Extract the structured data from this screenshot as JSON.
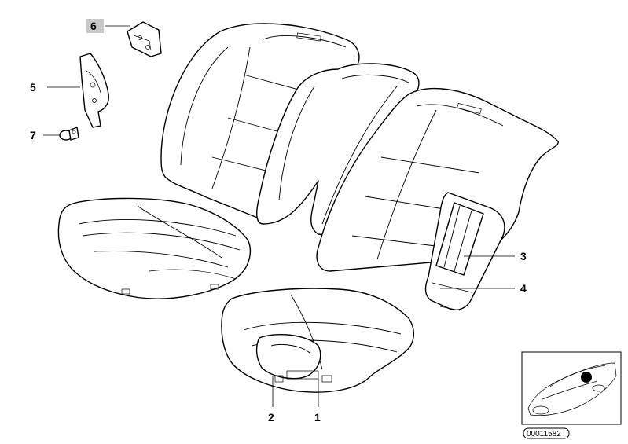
{
  "callouts": [
    {
      "id": "1",
      "label": "1"
    },
    {
      "id": "2",
      "label": "2"
    },
    {
      "id": "3",
      "label": "3"
    },
    {
      "id": "4",
      "label": "4"
    },
    {
      "id": "5",
      "label": "5"
    },
    {
      "id": "6",
      "label": "6",
      "highlighted": true
    },
    {
      "id": "7",
      "label": "7"
    }
  ],
  "reference_code": "00011582",
  "colors": {
    "line": "#000000",
    "highlight": "#c8c8c8",
    "background": "#ffffff"
  }
}
